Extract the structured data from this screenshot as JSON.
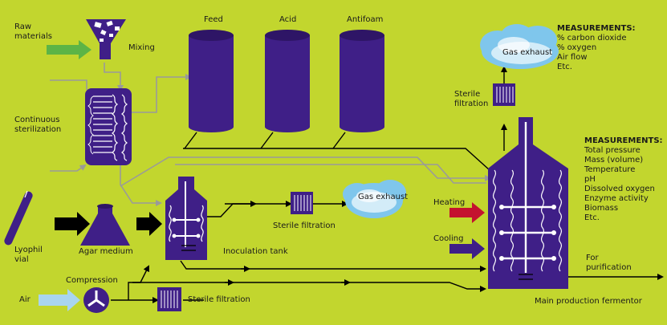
{
  "labels": {
    "raw_materials_line1": "Raw",
    "raw_materials_line2": "materials",
    "mixing": "Mixing",
    "feed": "Feed",
    "acid": "Acid",
    "antifoam": "Antifoam",
    "continuous_sterilization_line1": "Continuous",
    "continuous_sterilization_line2": "sterilization",
    "lyophil_vial_line1": "Lyophil",
    "lyophil_vial_line2": "vial",
    "agar_medium": "Agar medium",
    "inoculation_tank": "Inoculation  tank",
    "sterile_filtration_mid": "Sterile filtration",
    "sterile_filtration_bottom": "Sterile filtration",
    "sterile_filtration_top_line1": "Sterile",
    "sterile_filtration_top_line2": "filtration",
    "gas_exhaust_top": "Gas exhaust",
    "gas_exhaust_mid": "Gas exhaust",
    "compression": "Compression",
    "air": "Air",
    "heating": "Heating",
    "cooling": "Cooling",
    "for_purification_line1": "For",
    "for_purification_line2": "purification",
    "main_production_fermentor": "Main production fermentor"
  },
  "measurements_exhaust": {
    "title": "MEASUREMENTS:",
    "items": [
      "% carbon dioxide",
      "% oxygen",
      "Air flow",
      "Etc."
    ]
  },
  "measurements_fermentor": {
    "title": "MEASUREMENTS:",
    "items": [
      "Total pressure",
      "Mass (volume)",
      "Temperature",
      "pH",
      "Dissolved oxygen",
      "Enzyme activity",
      "Biomass",
      "Etc."
    ]
  },
  "colors": {
    "background": "#c2d62e",
    "vessel": "#3f1f87",
    "raw_material_arrow": "#5cb446",
    "air_arrow": "#a9d5ef",
    "heating_arrow": "#c4122f",
    "cooling_arrow": "#3f1f87",
    "black_arrow": "#000000",
    "cloud": "#7fc6ec"
  }
}
